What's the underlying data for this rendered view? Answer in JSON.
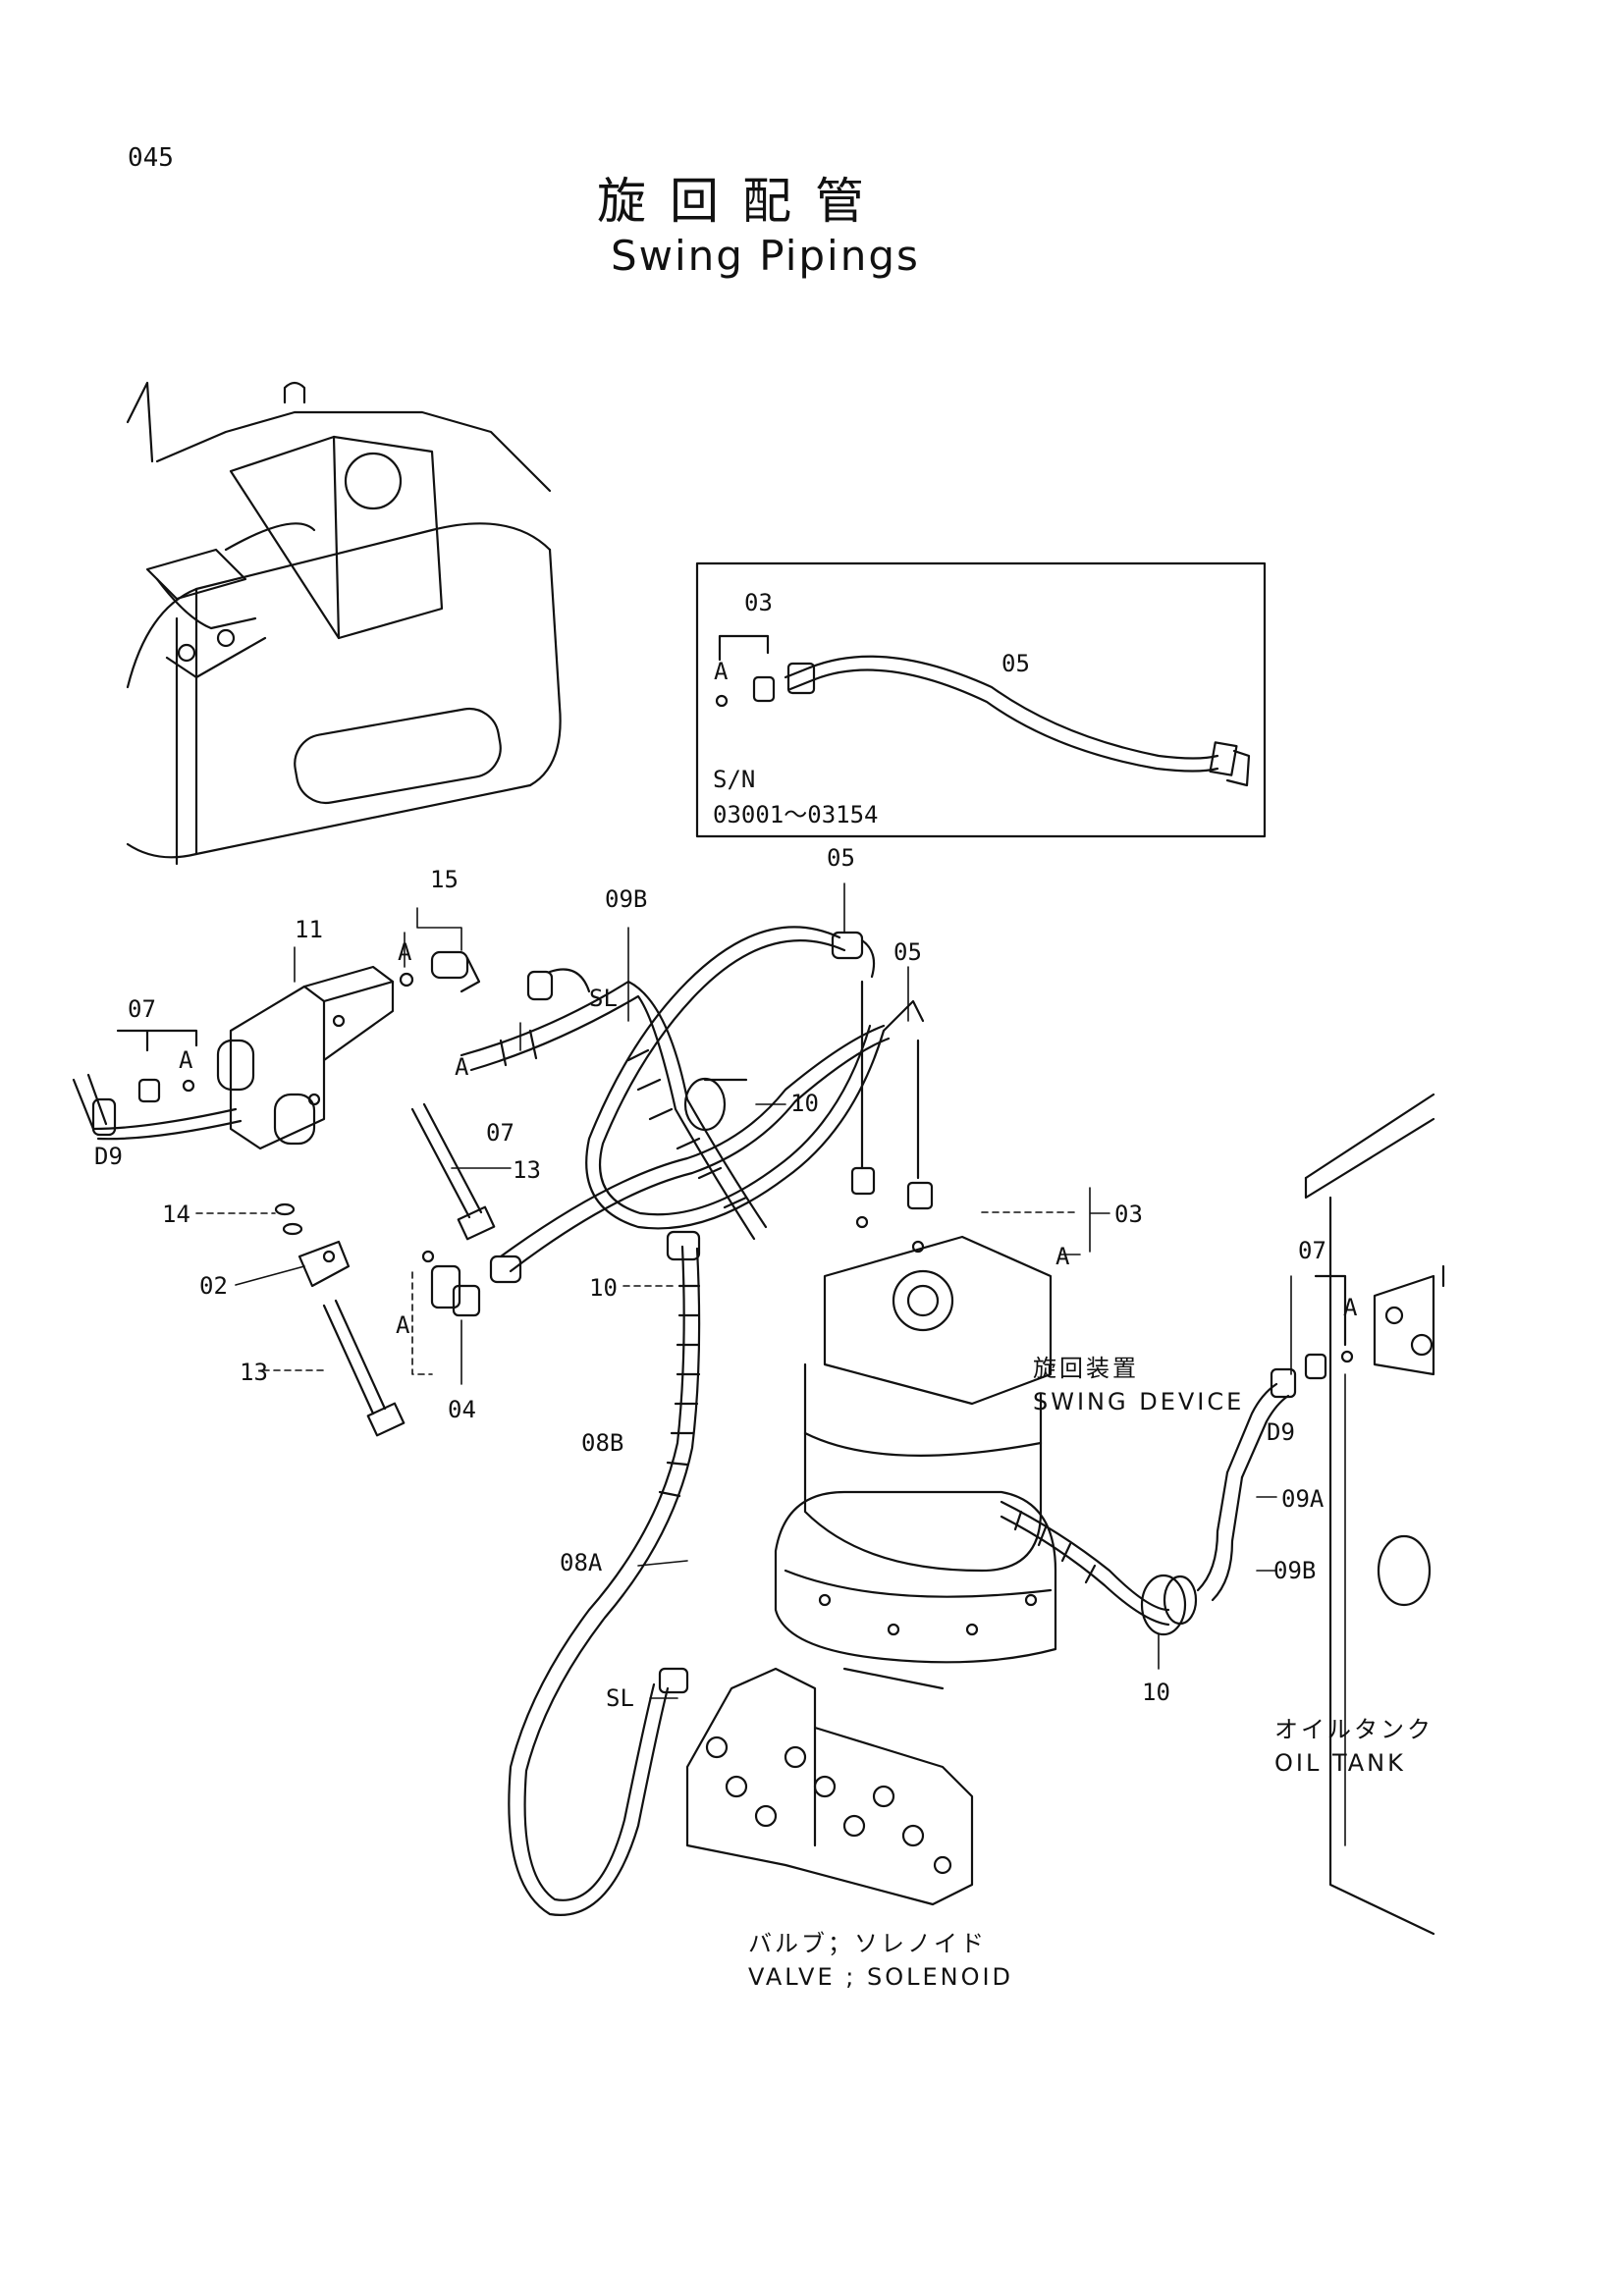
{
  "header": {
    "page_number": "045",
    "title_jp": "旋回配管",
    "title_en": "Swing Pipings"
  },
  "inset": {
    "sn_label": "S/N",
    "sn_range": "03001～03154",
    "part_03": "03",
    "part_05": "05",
    "ref_a": "A"
  },
  "callouts": {
    "p15": "15",
    "p11": "11",
    "p07_left": "07",
    "a_left_1": "A",
    "a_left_2": "A",
    "p09b_top": "09B",
    "sl_top": "SL",
    "p05_top": "05",
    "p05_mid": "05",
    "d9_left": "D9",
    "p10_mid": "10",
    "p07_mid": "07",
    "p13_mid": "13",
    "p14": "14",
    "p02": "02",
    "p13_low": "13",
    "a_low": "A",
    "p04": "04",
    "p10_low": "10",
    "p03_right": "03",
    "a_right": "A",
    "p07_right": "07",
    "a_tank": "A",
    "d9_right": "D9",
    "p09a": "09A",
    "p09b_right": "09B",
    "p10_bottom": "10",
    "p08b": "08B",
    "p08a": "08A",
    "sl_bottom": "SL"
  },
  "components": {
    "swing_device_jp": "旋回装置",
    "swing_device_en": "SWING DEVICE",
    "oil_tank_jp": "オイルタンク",
    "oil_tank_en": "OIL TANK",
    "valve_jp": "バルブ；ソレノイド",
    "valve_en": "VALVE ; SOLENOID"
  }
}
